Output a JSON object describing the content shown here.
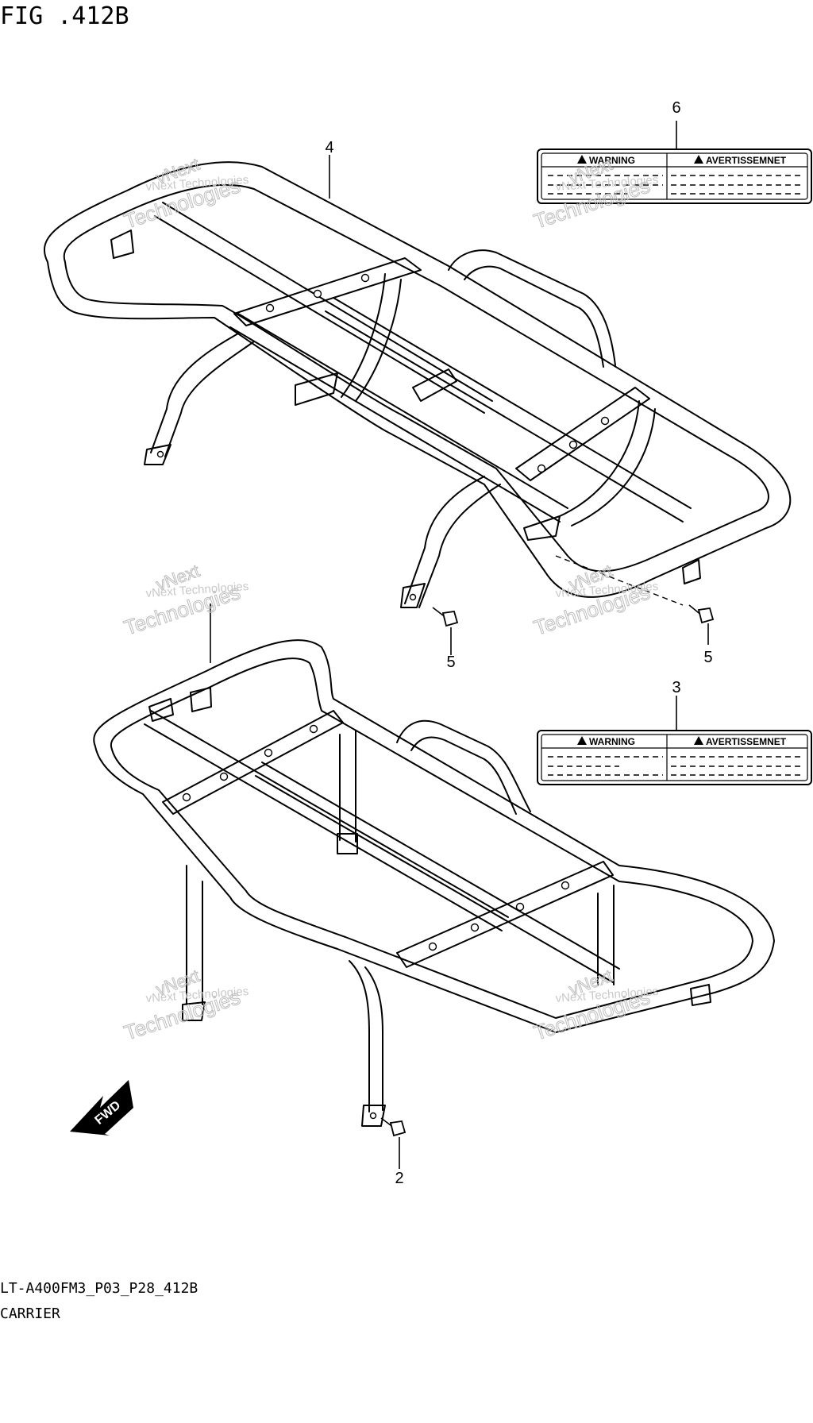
{
  "figure": {
    "title": "FIG .412B",
    "model_code": "LT-A400FM3_P03_P28_412B",
    "caption": "CARRIER"
  },
  "callouts": [
    {
      "id": "callout-6",
      "label": "6"
    },
    {
      "id": "callout-4",
      "label": "4"
    },
    {
      "id": "callout-5a",
      "label": "5"
    },
    {
      "id": "callout-5b",
      "label": "5"
    },
    {
      "id": "callout-3",
      "label": "3"
    },
    {
      "id": "callout-2",
      "label": "2"
    }
  ],
  "labels": {
    "warning": "WARNING",
    "avertissement": "AVERTISSEMNET"
  },
  "fwd_arrow": "FWD",
  "watermark": {
    "line1": "vNext Technologies",
    "line2": "vNext",
    "line3": "Technologies"
  }
}
